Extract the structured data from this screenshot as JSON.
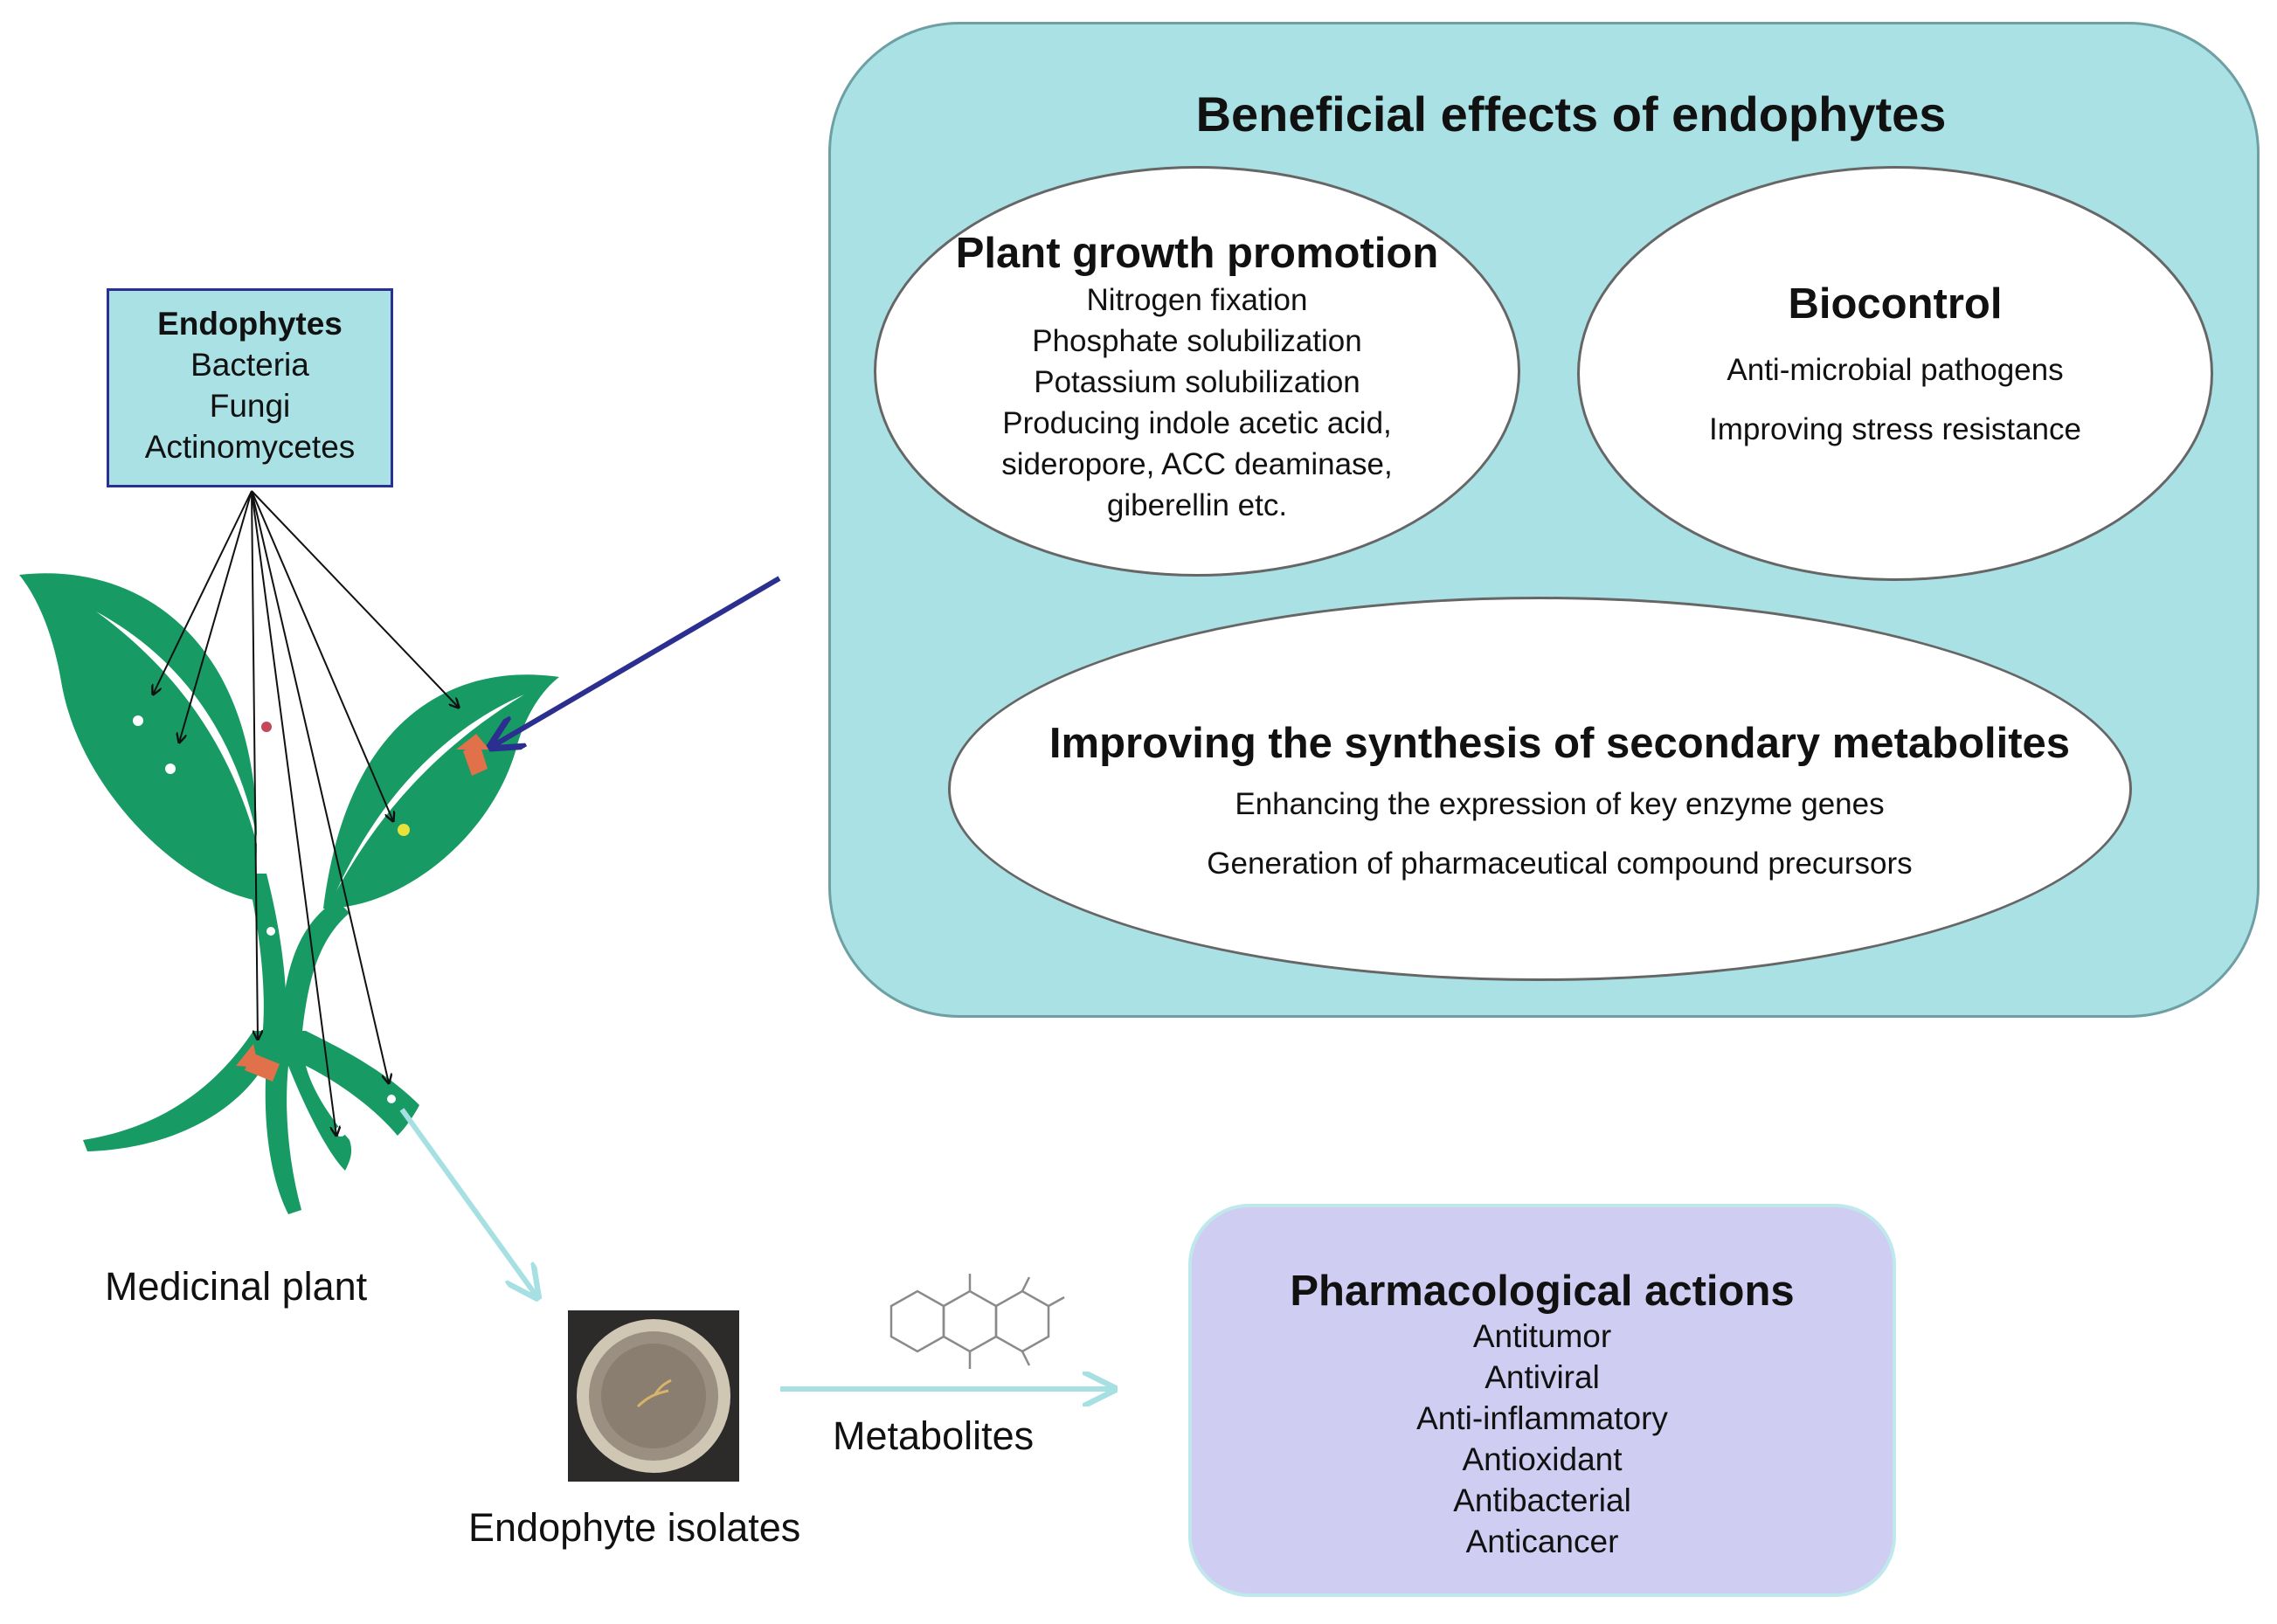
{
  "endophytes": {
    "title": "Endophytes",
    "items": [
      "Bacteria",
      "Fungi",
      "Actinomycetes"
    ]
  },
  "plant_label": "Medicinal plant",
  "isolates_label": "Endophyte isolates",
  "metabolites_label": "Metabolites",
  "benefits": {
    "title": "Beneficial effects of endophytes",
    "growth": {
      "title": "Plant growth promotion",
      "lines": [
        "Nitrogen fixation",
        "Phosphate solubilization",
        "Potassium solubilization",
        "Producing indole acetic acid,",
        "sideropore, ACC deaminase,",
        "giberellin etc."
      ]
    },
    "biocontrol": {
      "title": "Biocontrol",
      "lines": [
        "Anti-microbial pathogens",
        "Improving stress resistance"
      ]
    },
    "secondary": {
      "title": "Improving the synthesis of secondary metabolites",
      "lines": [
        "Enhancing the expression of key enzyme genes",
        "Generation of pharmaceutical compound precursors"
      ]
    }
  },
  "pharma": {
    "title": "Pharmacological actions",
    "lines": [
      "Antitumor",
      "Antiviral",
      "Anti-inflammatory",
      "Antioxidant",
      "Antibacterial",
      "Anticancer"
    ]
  },
  "colors": {
    "panel": "#aae1e4",
    "plant": "#179a63",
    "pharma": "#cfcdf1",
    "arrow_navy": "#2b2f8f",
    "arrow_cyan": "#a6e0e3"
  }
}
